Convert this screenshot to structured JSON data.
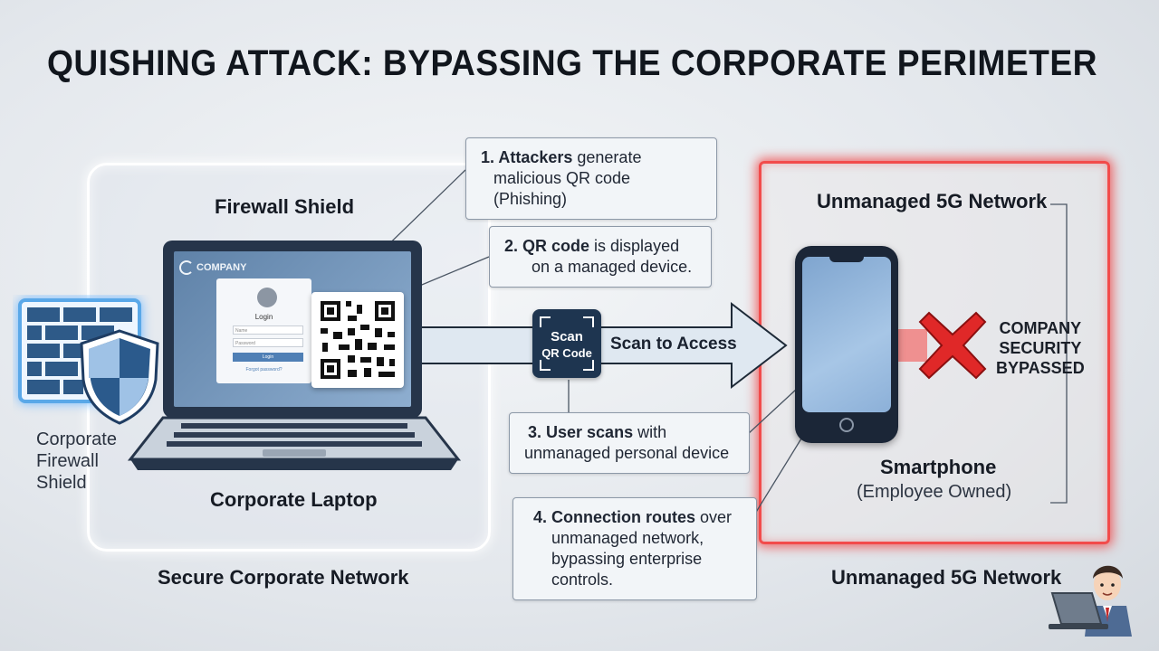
{
  "title": "QUISHING ATTACK: BYPASSING THE CORPORATE PERIMETER",
  "labels": {
    "firewall_shield": "Firewall Shield",
    "corporate_firewall_line1": "Corporate",
    "corporate_firewall_line2": "Firewall",
    "corporate_firewall_line3": "Shield",
    "corporate_laptop": "Corporate Laptop",
    "secure_network": "Secure Corporate Network",
    "unmanaged_top": "Unmanaged 5G Network",
    "unmanaged_bottom": "Unmanaged 5G Network",
    "smartphone": "Smartphone",
    "employee_owned": "(Employee Owned)",
    "bypassed_line1": "COMPANY",
    "bypassed_line2": "SECURITY",
    "bypassed_line3": "BYPASSED",
    "scan_to_access": "Scan to Access",
    "scan_line1": "Scan",
    "scan_line2": "QR Code"
  },
  "laptop_screen": {
    "brand": "COMPANY",
    "login_title": "Login",
    "name_placeholder": "Name",
    "password_placeholder": "Password",
    "login_button": "Login",
    "forgot": "Forgot password?"
  },
  "callouts": [
    {
      "strong": "1. Attackers",
      "rest": " generate",
      "line2": "malicious QR code (Phishing)"
    },
    {
      "strong": "2. QR code",
      "rest": " is displayed",
      "line2": "on a managed device."
    },
    {
      "strong": "3. User scans",
      "rest": " with",
      "line2": "unmanaged personal device"
    },
    {
      "strong": "4. Connection routes",
      "rest": " over",
      "line2": "unmanaged network,",
      "line3": "bypassing enterprise",
      "line4": "controls."
    }
  ],
  "colors": {
    "danger": "#f24b4b",
    "shield_blue": "#2b5a8c",
    "navy": "#1e3550",
    "x_red": "#e02828"
  }
}
